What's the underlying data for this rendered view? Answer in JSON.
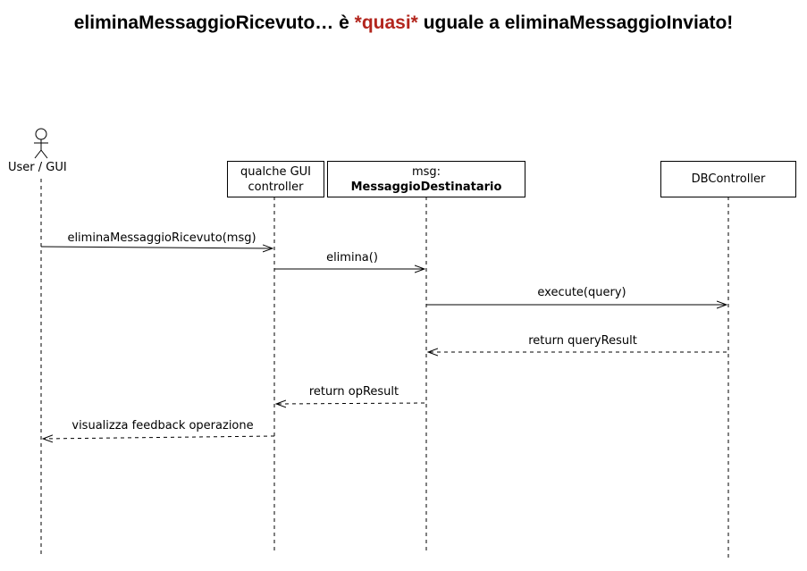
{
  "title": {
    "prefix": "eliminaMessaggioRicevuto… è ",
    "highlight": "*quasi*",
    "suffix": " uguale a eliminaMessaggioInviato!",
    "highlight_color": "#b3261e"
  },
  "participants": {
    "user": {
      "label": "User / GUI"
    },
    "gui_controller": {
      "line1": "qualche GUI",
      "line2": "controller"
    },
    "msg": {
      "line1": "msg:",
      "line2": "MessaggioDestinatario"
    },
    "db": {
      "label": "DBController"
    }
  },
  "messages": [
    {
      "label": "eliminaMessaggioRicevuto(msg)",
      "kind": "call"
    },
    {
      "label": "elimina()",
      "kind": "call"
    },
    {
      "label": "execute(query)",
      "kind": "call"
    },
    {
      "label": "return queryResult",
      "kind": "return"
    },
    {
      "label": "return opResult",
      "kind": "return"
    },
    {
      "label": "visualizza feedback operazione",
      "kind": "return"
    }
  ]
}
